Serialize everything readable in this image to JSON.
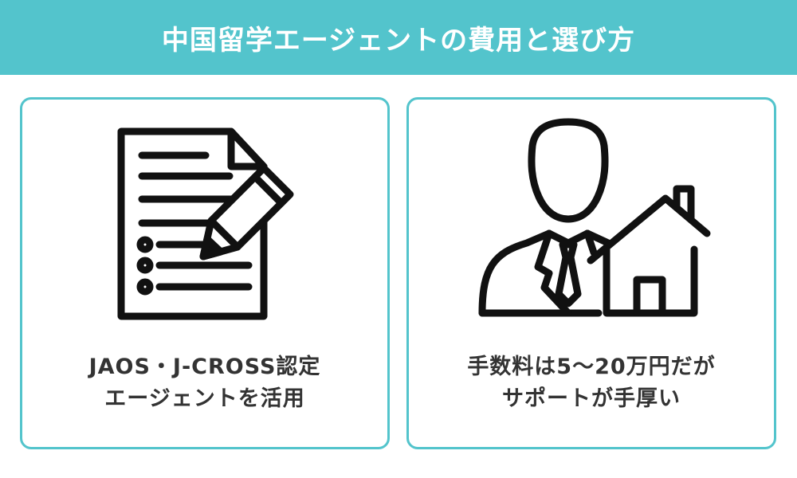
{
  "header": {
    "title": "中国留学エージェントの費用と選び方",
    "background_color": "#53c4cc"
  },
  "cards": [
    {
      "icon": "document-pencil-icon",
      "lines": [
        "JAOS・J-CROSS認定",
        "エージェントを活用"
      ]
    },
    {
      "icon": "agent-house-icon",
      "lines": [
        "手数料は5〜20万円だが",
        "サポートが手厚い"
      ]
    }
  ],
  "colors": {
    "accent": "#53c4cc",
    "icon_stroke": "#111111",
    "text": "#333333"
  }
}
